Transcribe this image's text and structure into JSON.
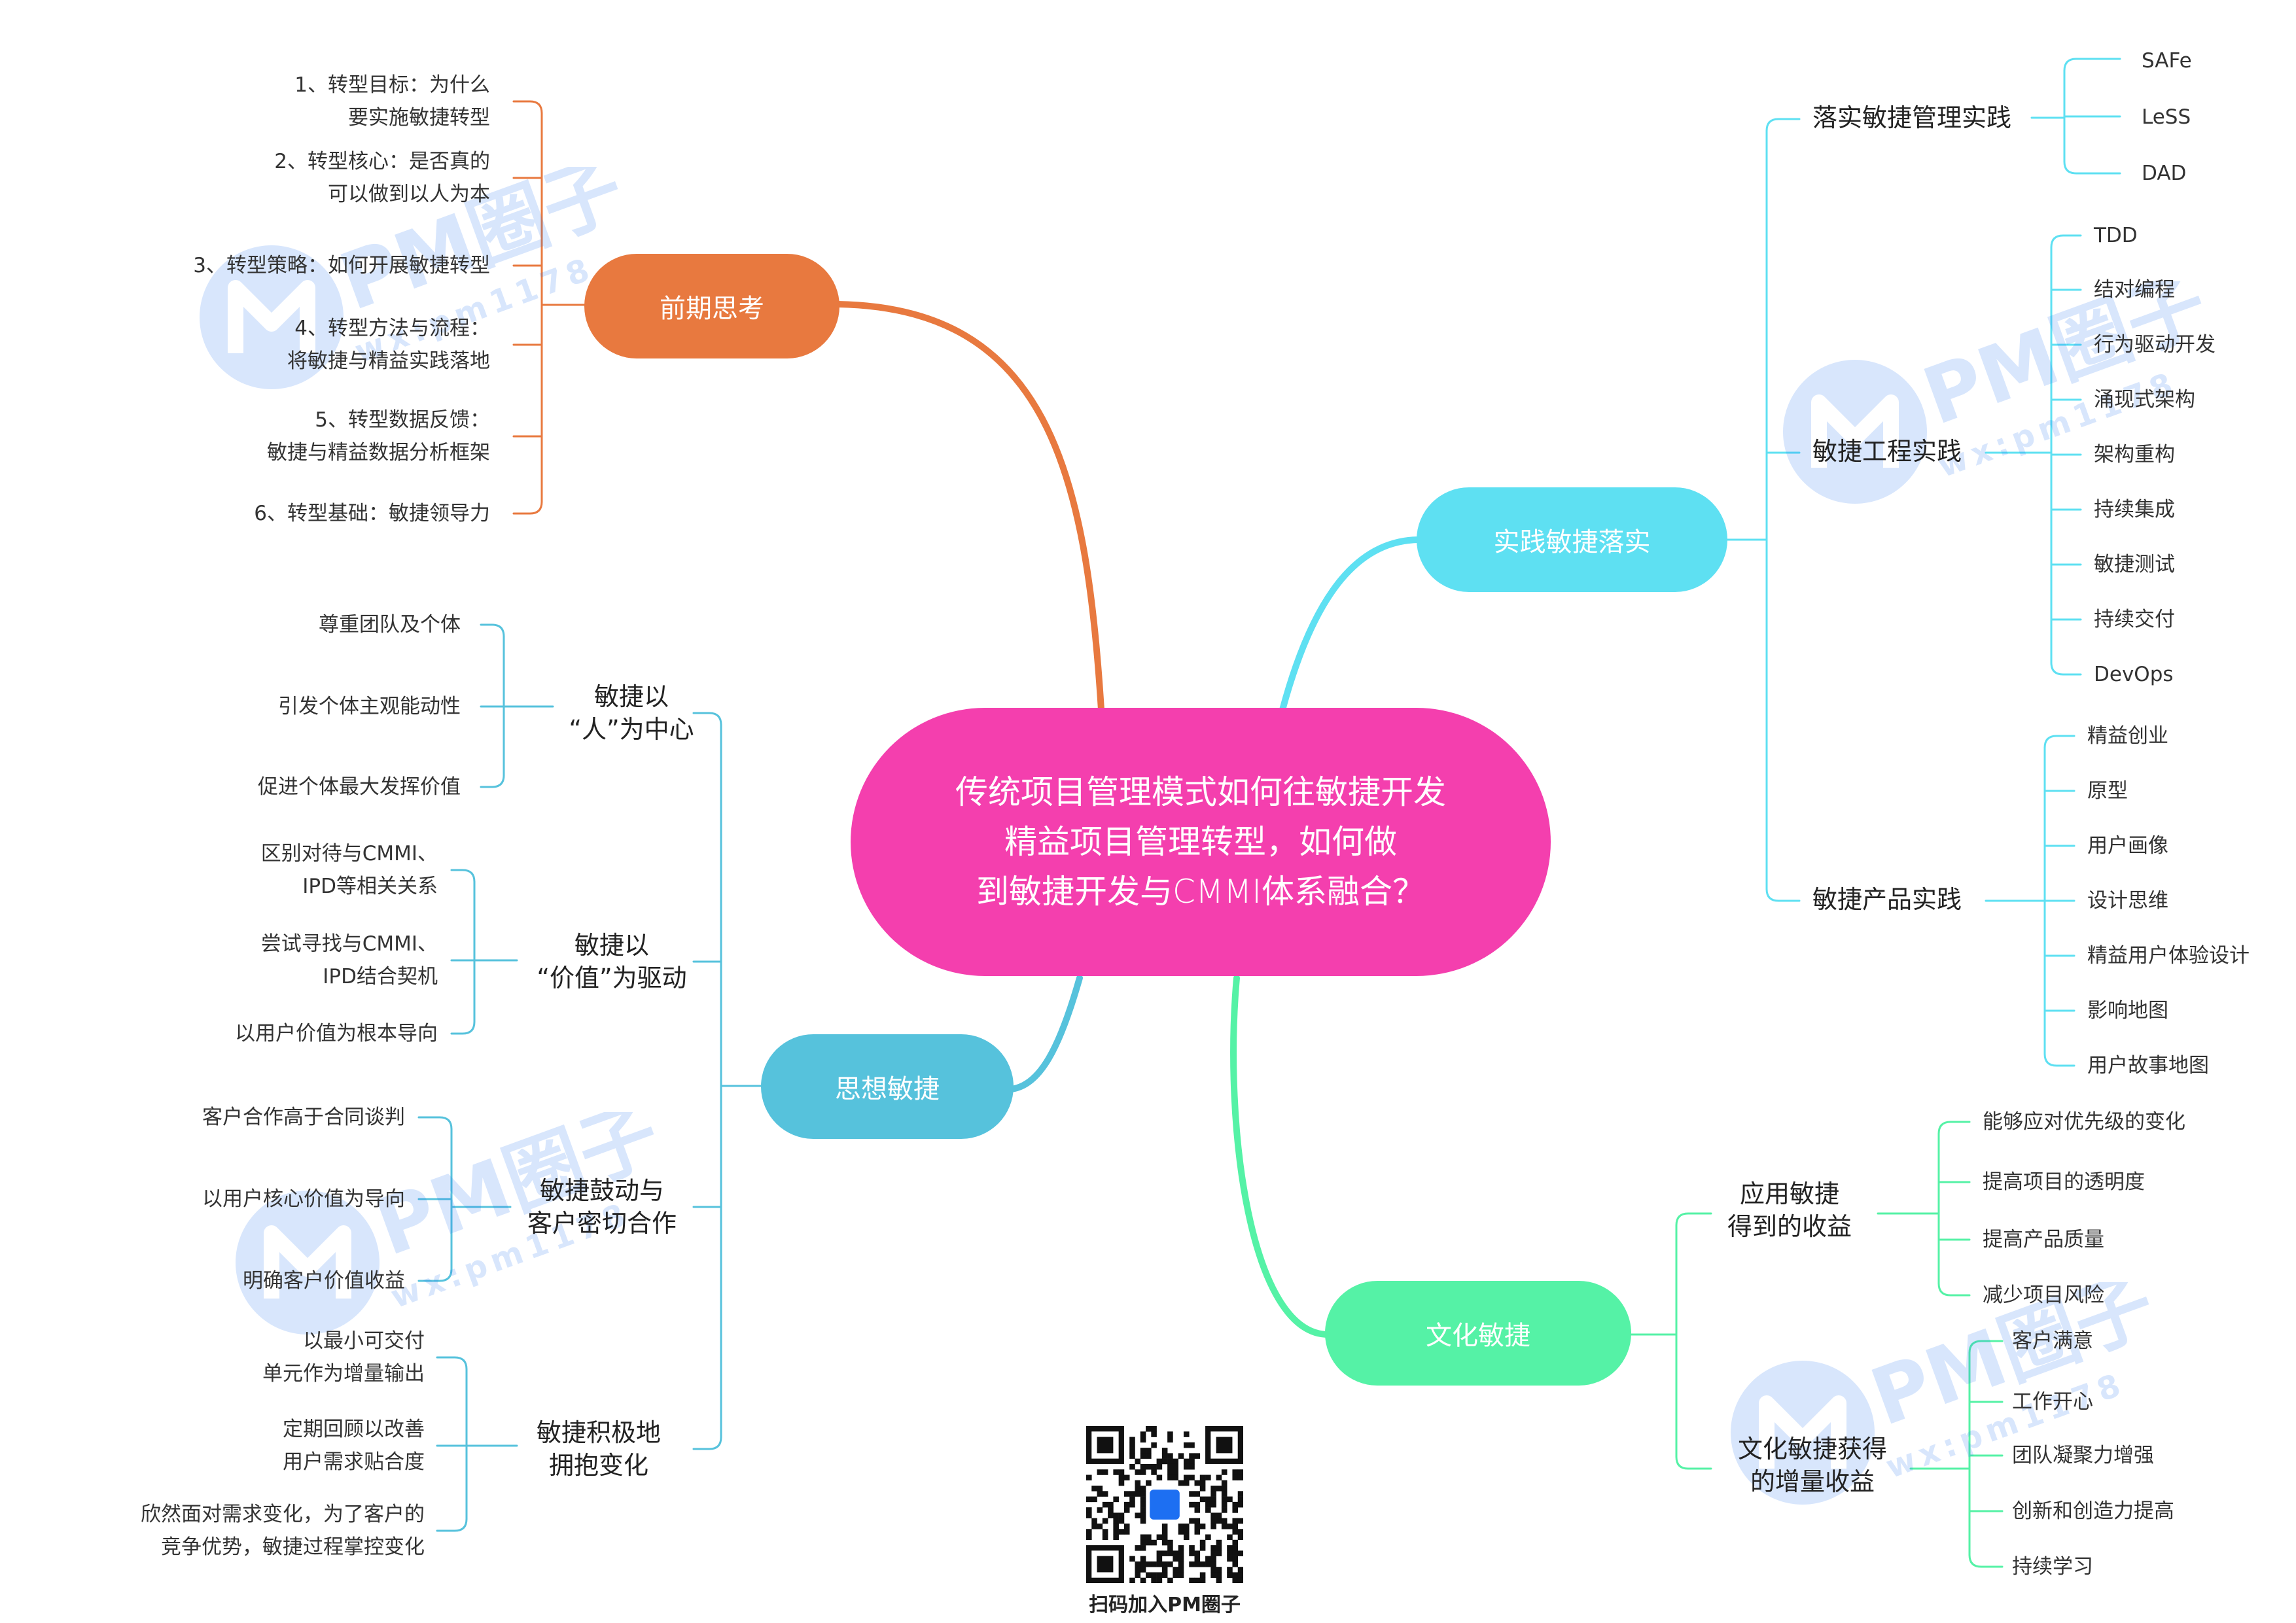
{
  "center": [
    "传统项目管理模式如何往敏捷开发",
    "精益项目管理转型，如何做",
    "到敏捷开发与CMMI体系融合？"
  ],
  "colors": {
    "center": "#f43fae",
    "prep": "#e8793f",
    "practice": "#5ee0f2",
    "thought": "#56c2dc",
    "culture": "#55f2a6"
  },
  "branches": {
    "prep": {
      "label": "前期思考",
      "items": [
        [
          "1、转型目标：为什么",
          "要实施敏捷转型"
        ],
        [
          "2、转型核心：是否真的",
          "可以做到以人为本"
        ],
        [
          "3、转型策略：如何开展敏捷转型"
        ],
        [
          "4、转型方法与流程：",
          "将敏捷与精益实践落地"
        ],
        [
          "5、转型数据反馈：",
          "敏捷与精益数据分析框架"
        ],
        [
          "6、转型基础：敏捷领导力"
        ]
      ]
    },
    "practice": {
      "label": "实践敏捷落实",
      "groups": [
        {
          "label": [
            "落实敏捷管理实践"
          ],
          "items": [
            "SAFe",
            "LeSS",
            "DAD"
          ]
        },
        {
          "label": [
            "敏捷工程实践"
          ],
          "items": [
            "TDD",
            "结对编程",
            "行为驱动开发",
            "涌现式架构",
            "架构重构",
            "持续集成",
            "敏捷测试",
            "持续交付",
            "DevOps"
          ]
        },
        {
          "label": [
            "敏捷产品实践"
          ],
          "items": [
            "精益创业",
            "原型",
            "用户画像",
            "设计思维",
            "精益用户体验设计",
            "影响地图",
            "用户故事地图"
          ]
        }
      ]
    },
    "thought": {
      "label": "思想敏捷",
      "groups": [
        {
          "label": [
            "敏捷以",
            "“人”为中心"
          ],
          "items": [
            [
              "尊重团队及个体"
            ],
            [
              "引发个体主观能动性"
            ],
            [
              "促进个体最大发挥价值"
            ]
          ]
        },
        {
          "label": [
            "敏捷以",
            "“价值”为驱动"
          ],
          "items": [
            [
              "区别对待与CMMI、",
              "IPD等相关关系"
            ],
            [
              "尝试寻找与CMMI、",
              "IPD结合契机"
            ],
            [
              "以用户价值为根本导向"
            ]
          ]
        },
        {
          "label": [
            "敏捷鼓动与",
            "客户密切合作"
          ],
          "items": [
            [
              "客户合作高于合同谈判"
            ],
            [
              "以用户核心价值为导向"
            ],
            [
              "明确客户价值收益"
            ]
          ]
        },
        {
          "label": [
            "敏捷积极地",
            "拥抱变化"
          ],
          "items": [
            [
              "以最小可交付",
              "单元作为增量输出"
            ],
            [
              "定期回顾以改善",
              "用户需求贴合度"
            ],
            [
              "欣然面对需求变化，为了客户的",
              "竞争优势，敏捷过程掌控变化"
            ]
          ]
        }
      ]
    },
    "culture": {
      "label": "文化敏捷",
      "groups": [
        {
          "label": [
            "应用敏捷",
            "得到的收益"
          ],
          "items": [
            "能够应对优先级的变化",
            "提高项目的透明度",
            "提高产品质量",
            "减少项目风险"
          ]
        },
        {
          "label": [
            "文化敏捷获得",
            "的增量收益"
          ],
          "items": [
            "客户满意",
            "工作开心",
            "团队凝聚力增强",
            "创新和创造力提高",
            "持续学习"
          ]
        }
      ]
    }
  },
  "watermark": {
    "brand": "PM圈子",
    "sub": "wx:pm1178"
  },
  "qr_caption": "扫码加入PM圈子"
}
